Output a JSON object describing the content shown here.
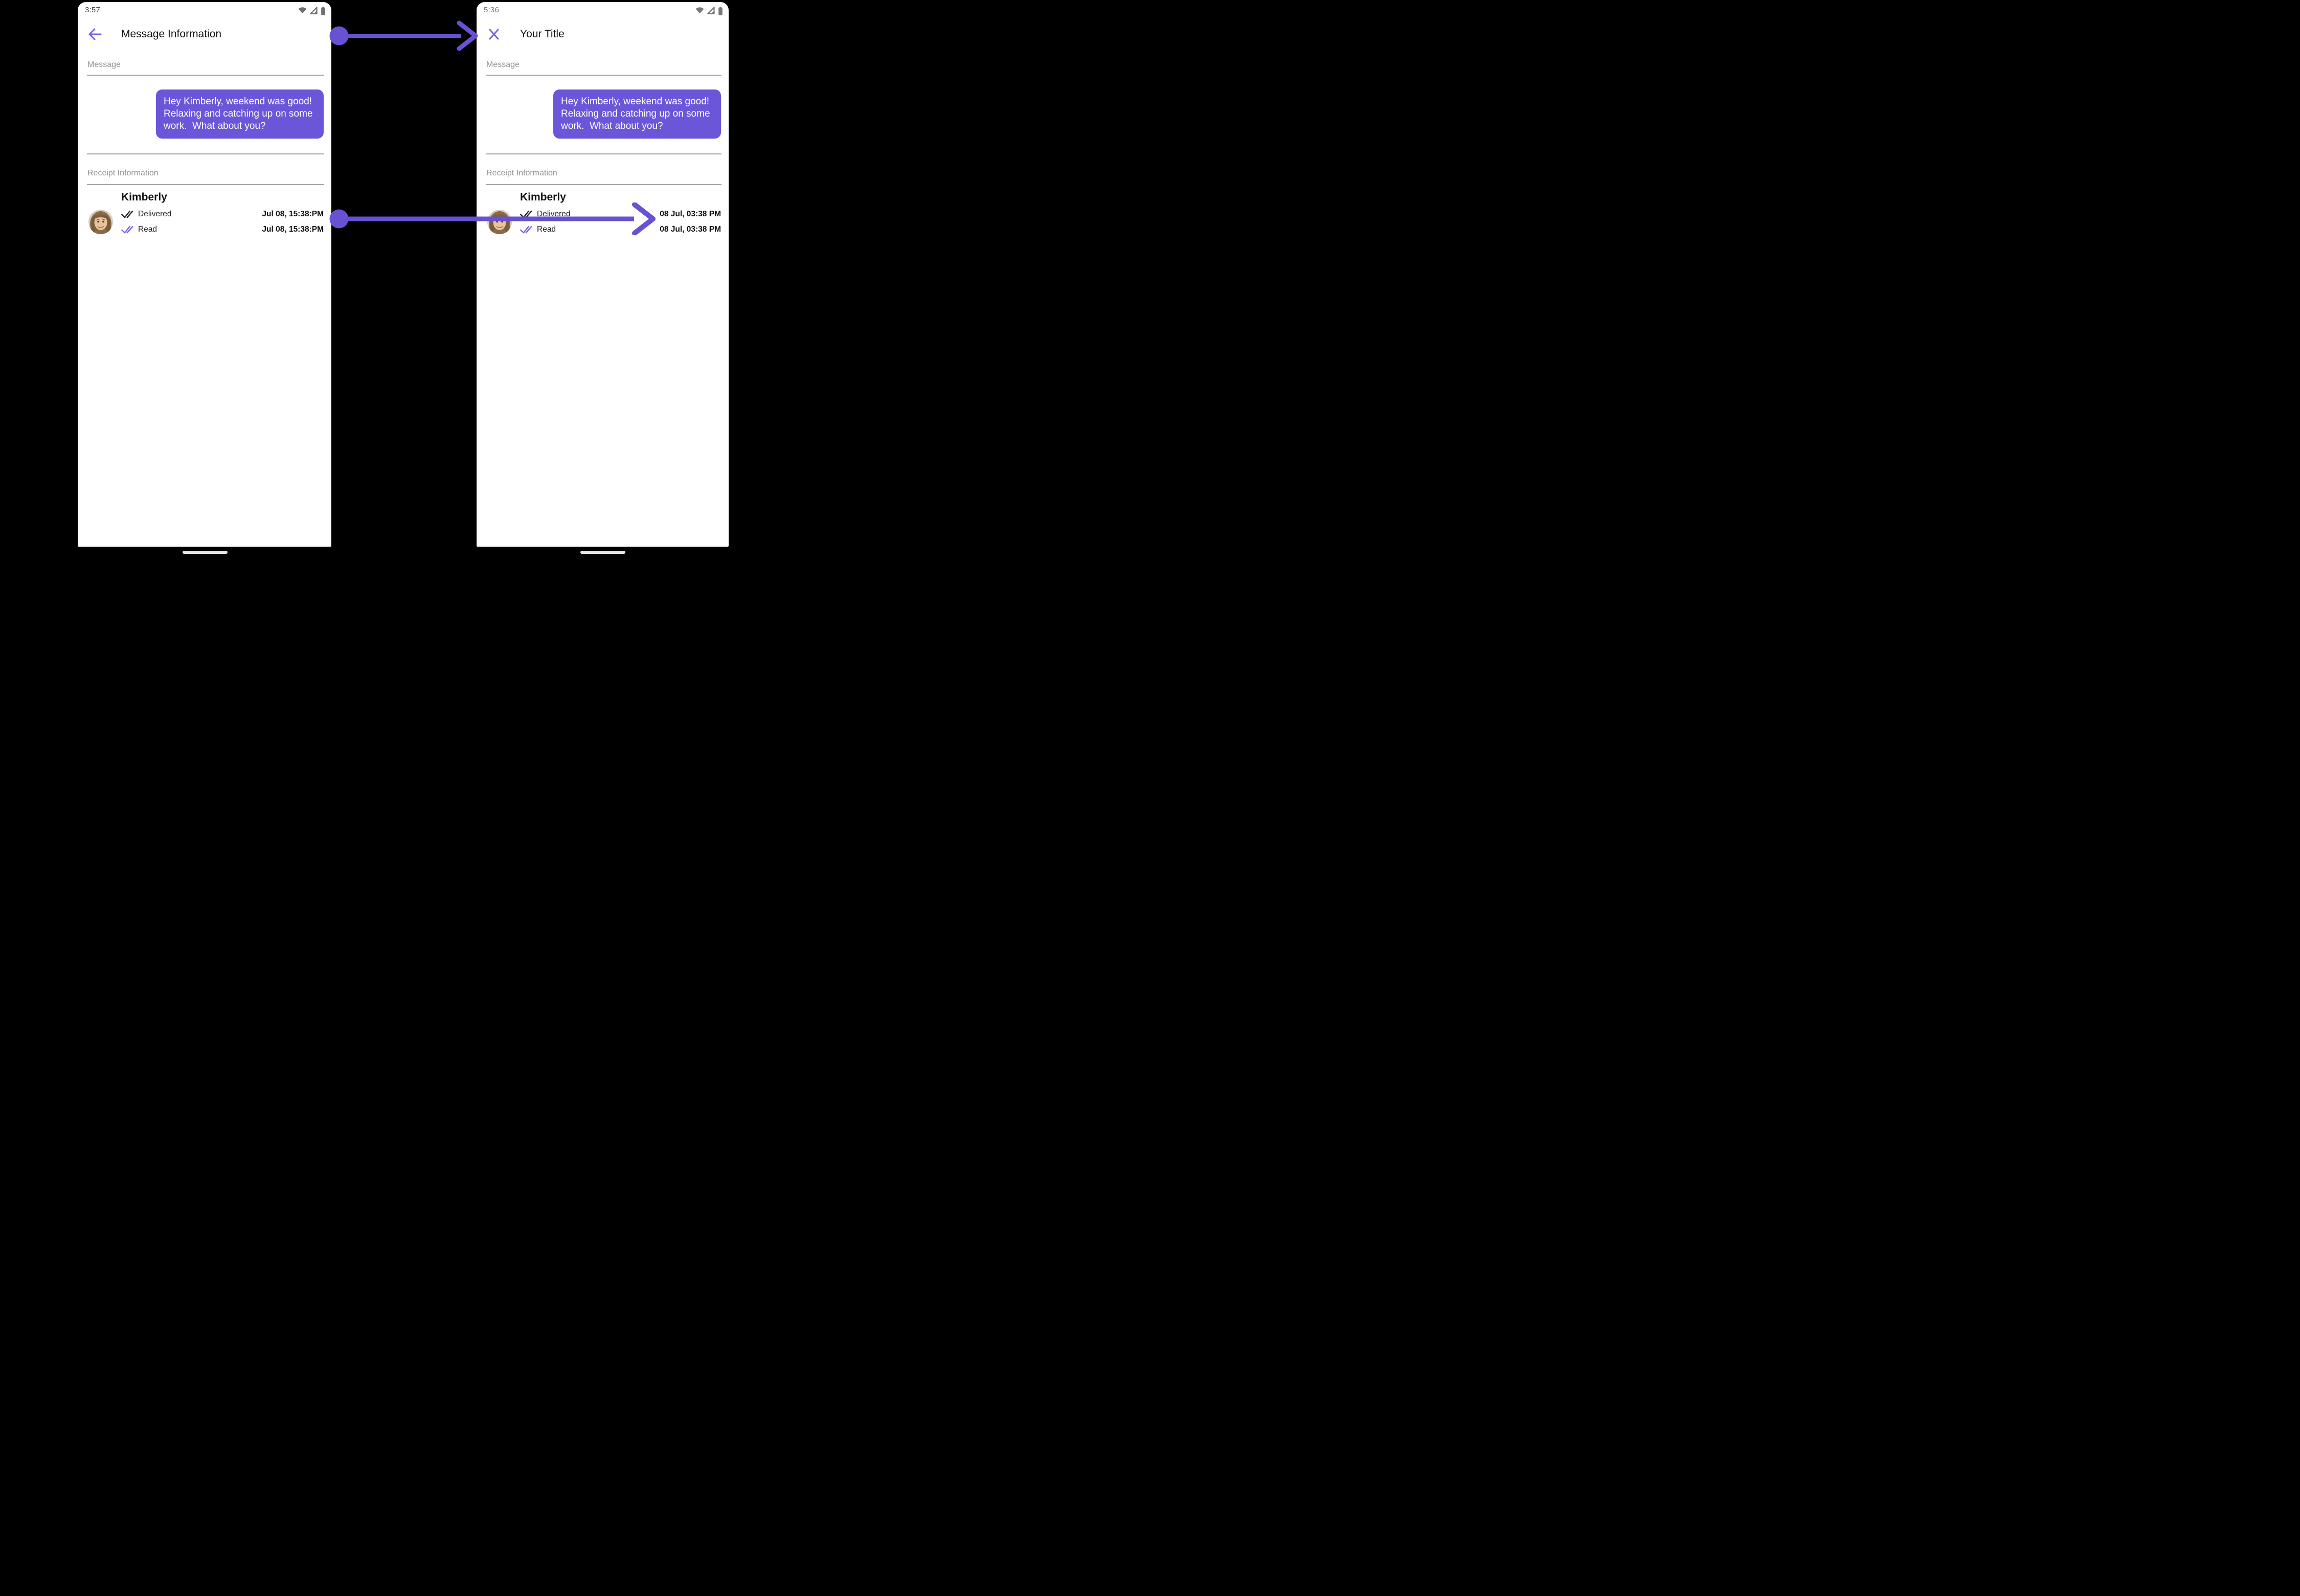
{
  "colors": {
    "bubble_purple": "#6B56D9",
    "icon_purple": "#7463E6",
    "annotation_purple": "#6951D2",
    "label_gray": "#909398",
    "divider_gray": "#A4A4A4",
    "background": "#000000"
  },
  "left_phone": {
    "status_bar": {
      "time": "3:57",
      "icons": [
        "wifi-icon",
        "cell-signal-icon",
        "battery-icon"
      ]
    },
    "header": {
      "nav_icon": "back-arrow-icon",
      "title": "Message Information"
    },
    "message_section": {
      "label": "Message",
      "bubble_text": "Hey Kimberly, weekend was good!  Relaxing and catching up on some work.  What about you?"
    },
    "receipt_section": {
      "label": "Receipt Information",
      "contact_name": "Kimberly",
      "avatar": "kimberly-avatar",
      "rows": [
        {
          "icon": "double-check-icon",
          "status": "Delivered",
          "timestamp": "Jul 08, 15:38:PM"
        },
        {
          "icon": "double-check-icon",
          "status": "Read",
          "timestamp": "Jul 08, 15:38:PM"
        }
      ]
    }
  },
  "right_phone": {
    "status_bar": {
      "time": "5:36",
      "icons": [
        "wifi-icon",
        "cell-signal-icon",
        "battery-icon"
      ]
    },
    "header": {
      "nav_icon": "close-icon",
      "title": "Your Title"
    },
    "message_section": {
      "label": "Message",
      "bubble_text": "Hey Kimberly, weekend was good!  Relaxing and catching up on some work.  What about you?"
    },
    "receipt_section": {
      "label": "Receipt Information",
      "contact_name": "Kimberly",
      "avatar": "kimberly-avatar",
      "rows": [
        {
          "icon": "double-check-icon",
          "status": "Delivered",
          "timestamp": "08 Jul, 03:38 PM"
        },
        {
          "icon": "double-check-icon",
          "status": "Read",
          "timestamp": "08 Jul, 03:38 PM"
        }
      ]
    }
  },
  "annotations": {
    "arrow_header": "header-mapping-arrow",
    "arrow_timestamps": "timestamp-mapping-arrow"
  }
}
